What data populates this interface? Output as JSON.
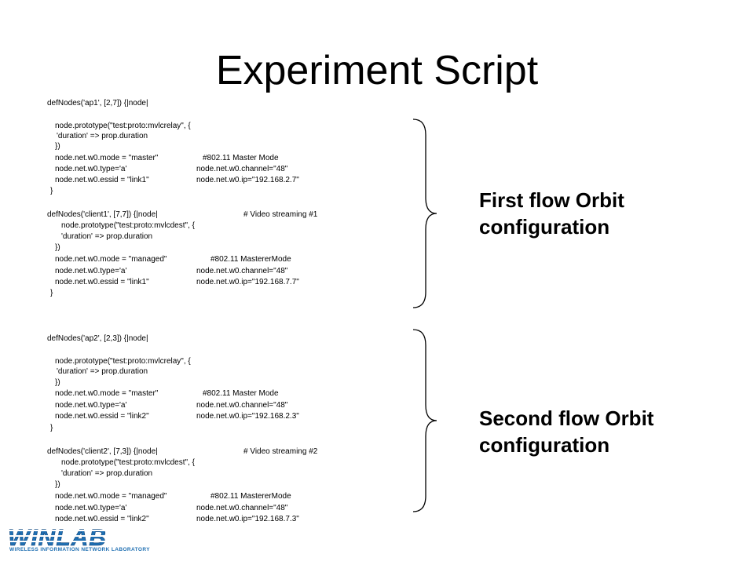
{
  "title": "Experiment Script",
  "flows": [
    {
      "label_line1": "First flow Orbit",
      "label_line2": "configuration",
      "code": {
        "l1": "defNodes('ap1', [2,7]) {|node|",
        "l2": "node.prototype(\"test:proto:mvlcrelay\", {",
        "l3": "'duration' => prop.duration",
        "l4": "})",
        "l5a": "node.net.w0.mode = \"master\"",
        "l5b": "#802.11 Master Mode",
        "l6a": "node.net.w0.type='a'",
        "l6b": "node.net.w0.channel=\"48\"",
        "l7a": "node.net.w0.essid = \"link1\"",
        "l7b": "node.net.w0.ip=\"192.168.2.7\"",
        "l8": "}",
        "l9a": "defNodes('client1', [7,7]) {|node|",
        "l9b": "# Video streaming #1",
        "l10": "node.prototype(\"test:proto:mvlcdest\", {",
        "l11": "'duration' => prop.duration",
        "l12": "})",
        "l13a": "node.net.w0.mode = \"managed\"",
        "l13b": "#802.11 MastererMode",
        "l14a": "node.net.w0.type='a'",
        "l14b": "node.net.w0.channel=\"48\"",
        "l15a": "node.net.w0.essid = \"link1\"",
        "l15b": "node.net.w0.ip=\"192.168.7.7\"",
        "l16": "}"
      }
    },
    {
      "label_line1": "Second flow Orbit",
      "label_line2": "configuration",
      "code": {
        "l1": "defNodes('ap2', [2,3]) {|node|",
        "l2": "node.prototype(\"test:proto:mvlcrelay\", {",
        "l3": "'duration' => prop.duration",
        "l4": "})",
        "l5a": "node.net.w0.mode = \"master\"",
        "l5b": "#802.11 Master Mode",
        "l6a": "node.net.w0.type='a'",
        "l6b": "node.net.w0.channel=\"48\"",
        "l7a": "node.net.w0.essid = \"link2\"",
        "l7b": "node.net.w0.ip=\"192.168.2.3\"",
        "l8": "}",
        "l9a": "defNodes('client2', [7,3]) {|node|",
        "l9b": "# Video streaming #2",
        "l10": "node.prototype(\"test:proto:mvlcdest\", {",
        "l11": "'duration' => prop.duration",
        "l12": "})",
        "l13a": "node.net.w0.mode = \"managed\"",
        "l13b": "#802.11 MastererMode",
        "l14a": "node.net.w0.type='a'",
        "l14b": "node.net.w0.channel=\"48\"",
        "l15a": "node.net.w0.essid = \"link2\"",
        "l15b": "node.net.w0.ip=\"192.168.7.3\""
      }
    }
  ],
  "logo": {
    "name": "WINLAB",
    "tagline": "WIRELESS INFORMATION NETWORK LABORATORY",
    "color": "#1f6fb2"
  }
}
